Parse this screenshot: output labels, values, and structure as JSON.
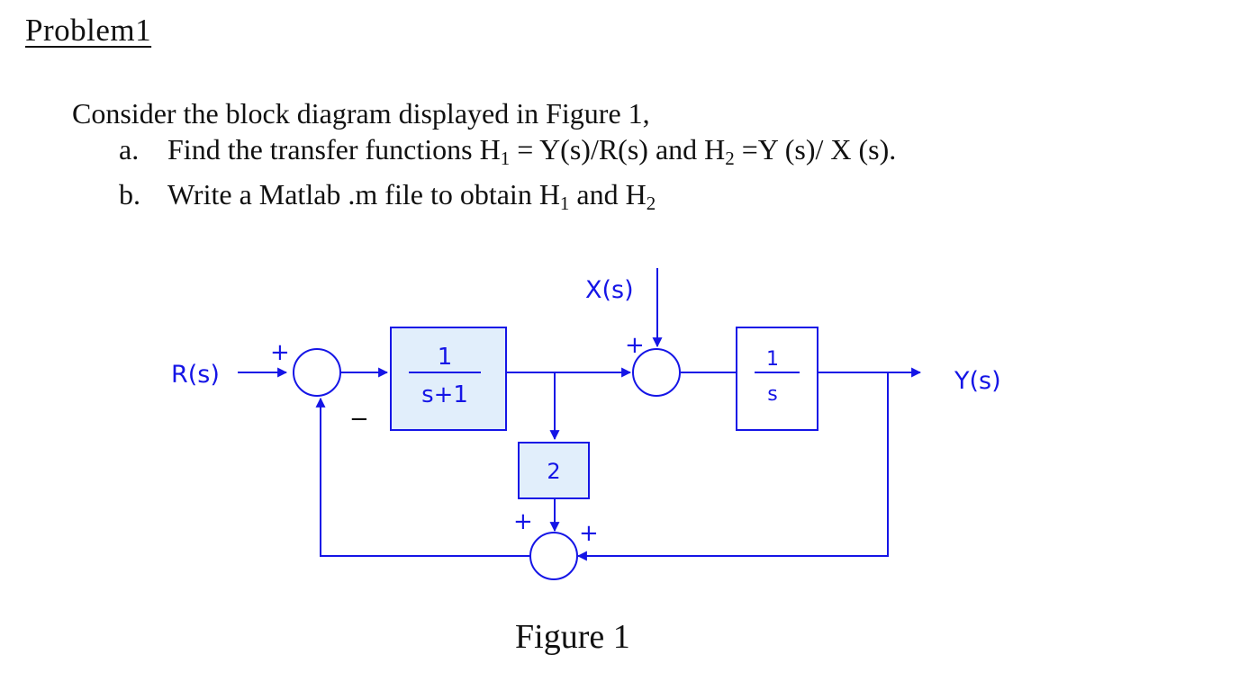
{
  "heading": "Problem1",
  "intro": "Consider the block diagram displayed in Figure 1,",
  "items": [
    {
      "marker": "a.",
      "text_1": "Find the transfer functions H",
      "sub_1": "1",
      "text_2": " = Y(s)/R(s) and H",
      "sub_2": "2",
      "text_3": " =Y (s)/ X (s)."
    },
    {
      "marker": "b.",
      "text_1": "Write a Matlab .m file to obtain H",
      "sub_1": "1",
      "text_2": " and H",
      "sub_2": "2"
    }
  ],
  "diagram": {
    "input_label": "R(s)",
    "disturbance_label": "X(s)",
    "output_label": "Y(s)",
    "block_1": {
      "numerator": "1",
      "denominator": "s+1"
    },
    "block_2": {
      "numerator": "1",
      "denominator": "s"
    },
    "block_gain": "2",
    "signs": {
      "sum1_input": "+",
      "sum1_feedback": "−",
      "sum2_input": "+",
      "sum3_gain": "+",
      "sum3_output": "+"
    },
    "colors": {
      "line": "#1515e6",
      "label": "#1515e6",
      "block_fill": "#e1eefb",
      "block_stroke": "#1515e6"
    }
  },
  "caption": "Figure 1"
}
